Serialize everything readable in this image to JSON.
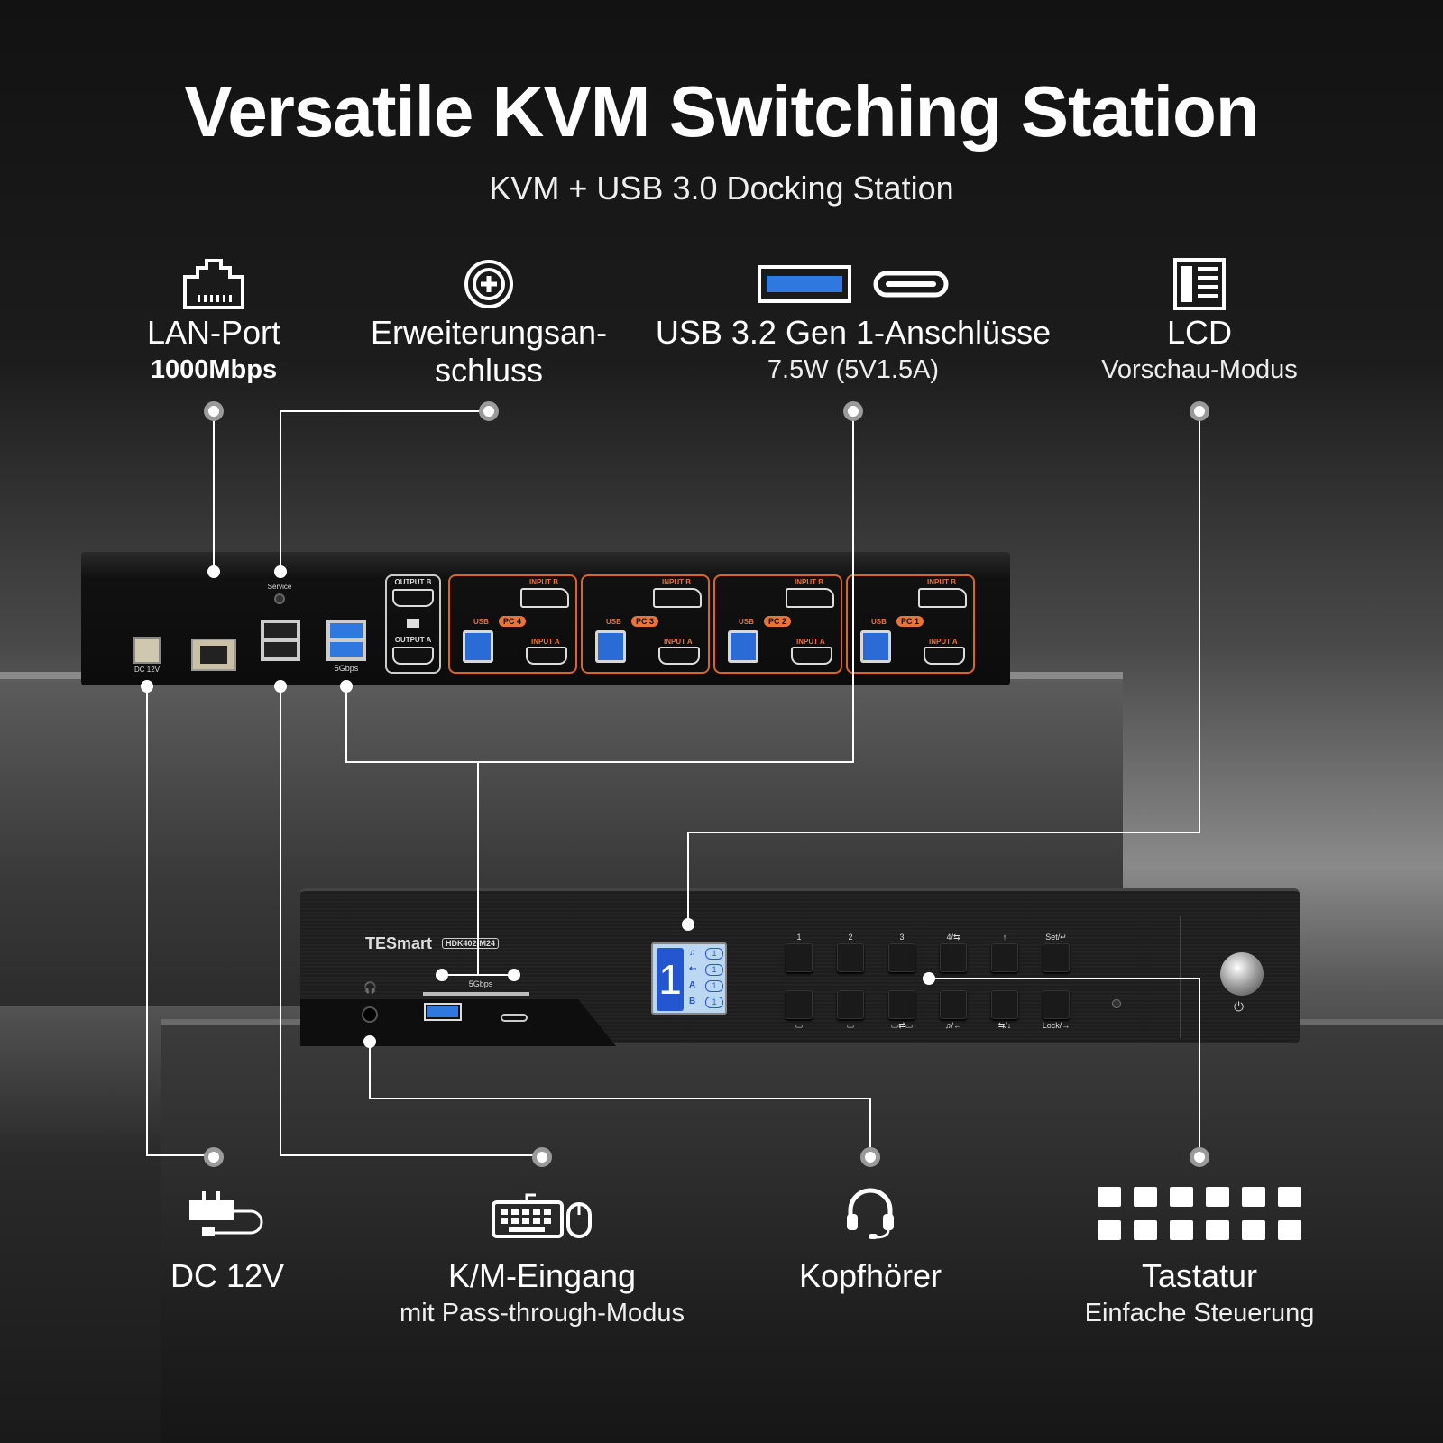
{
  "header": {
    "title": "Versatile KVM Switching Station",
    "subtitle": "KVM + USB 3.0 Docking Station"
  },
  "top_features": [
    {
      "icon": "ethernet-port-icon",
      "line1": "LAN-Port",
      "line2": "1000Mbps"
    },
    {
      "icon": "plus-circle-icon",
      "line1": "Erweiterungsan-",
      "line2": "schluss"
    },
    {
      "icon": "usb-ports-icon",
      "line1": "USB 3.2 Gen 1-Anschlüsse",
      "line2": "7.5W (5V1.5A)"
    },
    {
      "icon": "lcd-icon",
      "line1": "LCD",
      "line2": "Vorschau-Modus"
    }
  ],
  "bottom_features": [
    {
      "icon": "power-adapter-icon",
      "line1": "DC 12V"
    },
    {
      "icon": "keyboard-mouse-icon",
      "line1": "K/M-Eingang",
      "line2": "mit Pass-through-Modus"
    },
    {
      "icon": "headset-icon",
      "line1": "Kopfhörer"
    },
    {
      "icon": "keypad-icon",
      "line1": "Tastatur",
      "line2": "Einfache Steuerung"
    }
  ],
  "back_panel": {
    "service": "Service",
    "dc": "DC 12V",
    "usb_speed": "5Gbps",
    "output_b": "OUTPUT B",
    "output_a": "OUTPUT A",
    "pcs": [
      {
        "name": "PC 4",
        "usb": "USB",
        "input_b": "INPUT B",
        "input_a": "INPUT A"
      },
      {
        "name": "PC 3",
        "usb": "USB",
        "input_b": "INPUT B",
        "input_a": "INPUT A"
      },
      {
        "name": "PC 2",
        "usb": "USB",
        "input_b": "INPUT B",
        "input_a": "INPUT A"
      },
      {
        "name": "PC 1",
        "usb": "USB",
        "input_b": "INPUT B",
        "input_a": "INPUT A"
      }
    ]
  },
  "front_panel": {
    "brand": "TESmart",
    "model": "HDK402-M24",
    "usb_speed": "5Gbps",
    "lcd": {
      "channel": "1",
      "rows": [
        {
          "icon": "audio-ch-icon",
          "value": "1"
        },
        {
          "icon": "usb-icon",
          "value": "1"
        },
        {
          "icon": "monitor-a-icon",
          "value": "1"
        },
        {
          "icon": "monitor-b-icon",
          "value": "1"
        }
      ]
    },
    "top_buttons": [
      "1",
      "2",
      "3",
      "4/⇆",
      "↑",
      "Set/↵"
    ],
    "bottom_buttons": [
      "▭",
      "▭",
      "▭⇄▭",
      "♫/←",
      "⇆/↓",
      "Lock/→"
    ]
  }
}
